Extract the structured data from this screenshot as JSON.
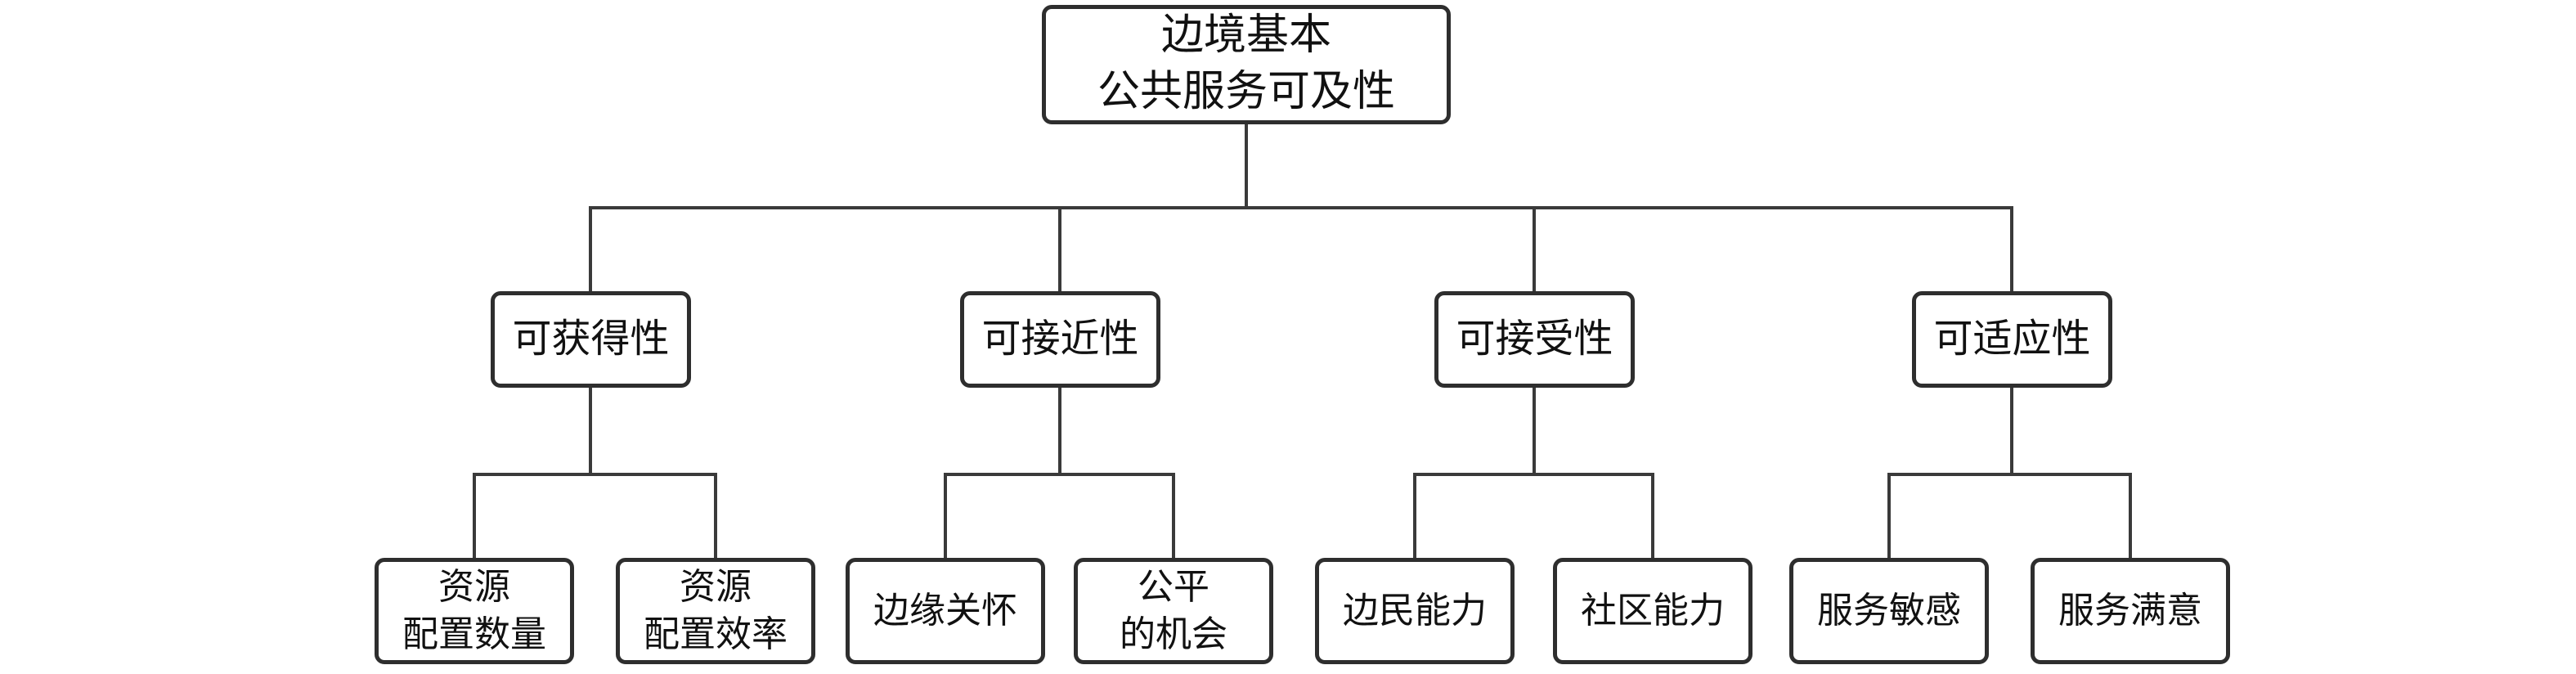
{
  "diagram": {
    "type": "tree",
    "root": {
      "label": "边境基本\n公共服务可及性"
    },
    "branches": [
      {
        "label": "可获得性",
        "children": [
          {
            "label": "资源\n配置数量"
          },
          {
            "label": "资源\n配置效率"
          }
        ]
      },
      {
        "label": "可接近性",
        "children": [
          {
            "label": "边缘关怀"
          },
          {
            "label": "公平\n的机会"
          }
        ]
      },
      {
        "label": "可接受性",
        "children": [
          {
            "label": "边民能力"
          },
          {
            "label": "社区能力"
          }
        ]
      },
      {
        "label": "可适应性",
        "children": [
          {
            "label": "服务敏感"
          },
          {
            "label": "服务满意"
          }
        ]
      }
    ],
    "colors": {
      "border": "#2e2e2e",
      "line": "#3a3a3a",
      "text": "#111111",
      "background": "#ffffff"
    }
  }
}
